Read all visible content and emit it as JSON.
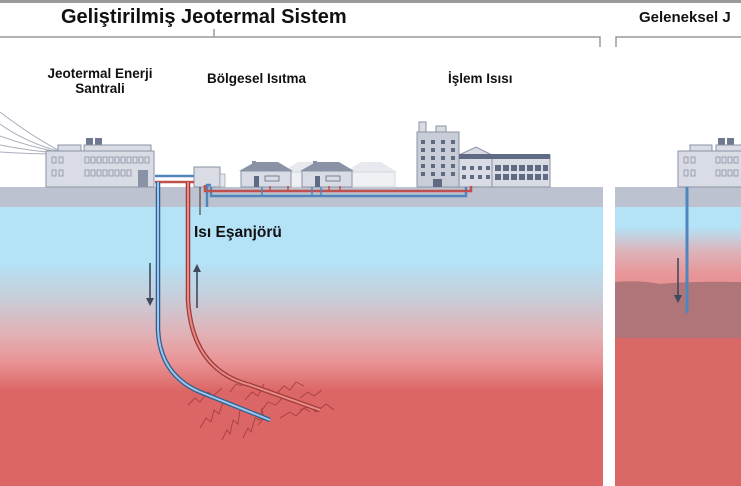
{
  "titles": {
    "enhanced_system": "Geliştirilmiş Jeotermal Sistem",
    "conventional_system": "Geleneksel J"
  },
  "labels": {
    "power_plant": "Jeotermal Enerji Santrali",
    "district_heating": "Bölgesel Isıtma",
    "process_heat": "İşlem Isısı",
    "heat_exchanger": "Isı Eşanjörü"
  },
  "colors": {
    "ground_surface": "#bcc2cf",
    "shallow_layer": "#b4e2f7",
    "hot_layer": "#dc6665",
    "reservoir_layer": "#b07578",
    "cold_pipe": "#4f86bd",
    "hot_pipe": "#c0504d",
    "building_fill": "#d9dce4",
    "building_stroke": "#8a92a5",
    "building_dark": "#5f6b82",
    "arrow": "#3f4a5e"
  },
  "flow": {
    "injection_direction": "down",
    "production_direction": "up"
  }
}
